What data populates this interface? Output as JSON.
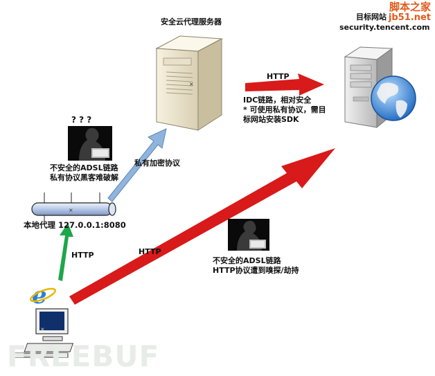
{
  "watermark": {
    "line1": "脚本之家",
    "line2": "jb51.net"
  },
  "proxy_server": {
    "label": "安全云代理服务器"
  },
  "target": {
    "label1": "目标网站",
    "label2": "security.tencent.com"
  },
  "idc_link": {
    "http": "HTTP",
    "line1": "IDC链路，相对安全",
    "line2": "* 可使用私有协议，需目",
    "line3": "标网站安装SDK"
  },
  "hacker_top": {
    "question": "? ? ?",
    "line1": "不安全的ADSL链路",
    "line2": "私有协议黑客难破解"
  },
  "private_link": {
    "label": "私有加密协议"
  },
  "local_proxy": {
    "label": "本地代理 127.0.0.1:8080"
  },
  "http_local": {
    "label": "HTTP"
  },
  "http_direct": {
    "label": "HTTP"
  },
  "hacker_bottom": {
    "line1": "不安全的ADSL链路",
    "line2": "HTTP协议遭到嗅探/劫持"
  },
  "freebuf": {
    "label": "FREEBUF"
  },
  "colors": {
    "red": "#d81a1a",
    "green": "#1ea64a",
    "blue": "#8fb5dc",
    "ie": "#2a7fd4"
  }
}
